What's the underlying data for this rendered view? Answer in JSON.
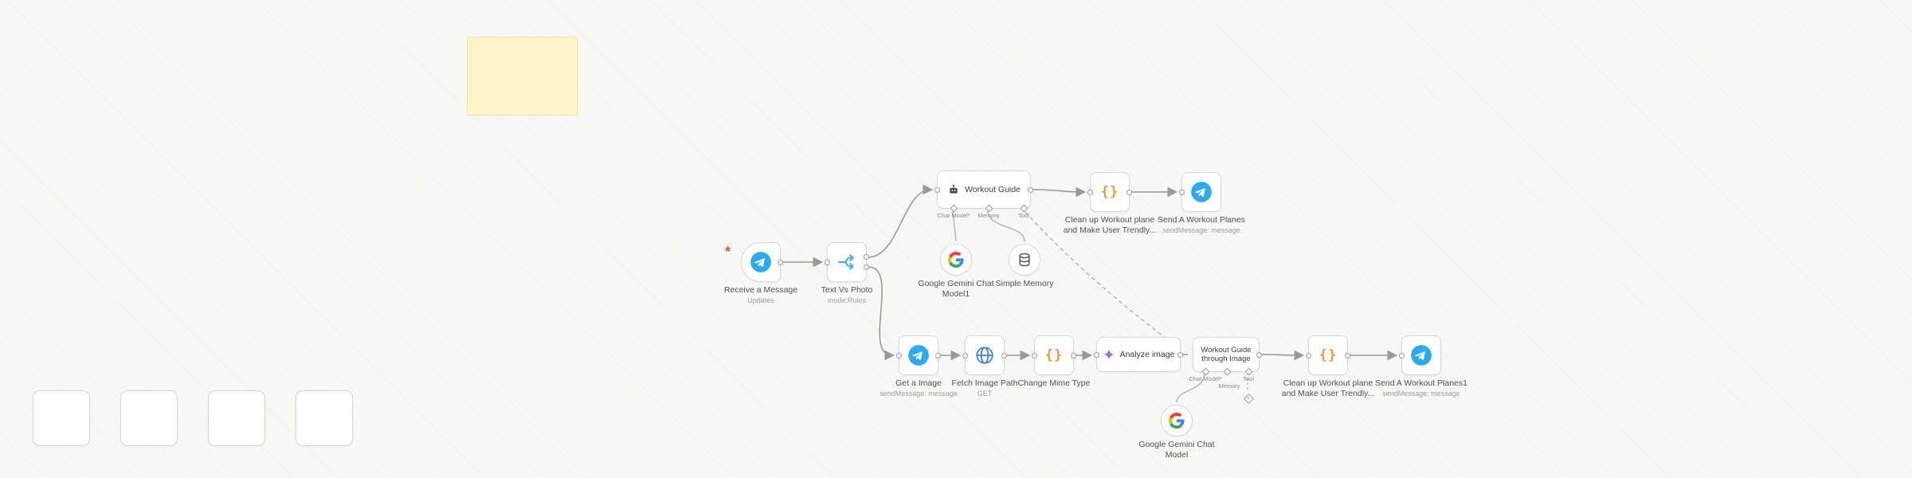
{
  "app": {
    "name": "workflow-editor-canvas"
  },
  "colors": {
    "telegram": "#2AABEE",
    "code_icon": "#EE9A37",
    "sticky_note": "#FFF3C9",
    "edge": "#9A9A9A",
    "canvas_background": "#F7F7F6"
  },
  "icons": {
    "code_glyph": "{}"
  },
  "sticky_note": {
    "text": ""
  },
  "controls": {
    "buttons": [
      {
        "icon": "fit-view-icon"
      },
      {
        "icon": "zoom-in-icon"
      },
      {
        "icon": "zoom-out-icon"
      },
      {
        "icon": "undo-icon"
      }
    ]
  },
  "nodes": [
    {
      "id": "receive-a-message",
      "label": "Receive a Message",
      "sublabel": "Updates",
      "icon": "telegram-icon",
      "type": "trigger"
    },
    {
      "id": "text-vs-photo",
      "label": "Text Vs Photo",
      "sublabel": "mode:Rules",
      "icon": "switch-icon",
      "type": "switch"
    },
    {
      "id": "workout-guide",
      "label": "Workout Guide",
      "icon": "robot-icon",
      "type": "ai-agent",
      "ports": [
        "Chat Model*",
        "Memory",
        "Tool"
      ]
    },
    {
      "id": "google-gemini-chat-model1",
      "label": "Google Gemini Chat Model1",
      "icon": "google-icon",
      "type": "model"
    },
    {
      "id": "simple-memory",
      "label": "Simple Memory",
      "icon": "database-icon",
      "type": "memory"
    },
    {
      "id": "clean-up-workout-plane",
      "label": "Clean up Workout plane and Make User Trendly...",
      "icon": "code-icon",
      "type": "code"
    },
    {
      "id": "send-a-workout-planes",
      "label": "Send A Workout Planes",
      "sublabel": "sendMessage: message",
      "icon": "telegram-icon",
      "type": "action"
    },
    {
      "id": "get-a-image",
      "label": "Get a Image",
      "sublabel": "sendMessage: message",
      "icon": "telegram-icon",
      "type": "action"
    },
    {
      "id": "fetch-image-path",
      "label": "Fetch Image Path",
      "sublabel": "GET",
      "icon": "globe-icon",
      "type": "http"
    },
    {
      "id": "change-mime-type",
      "label": "Change Mime Type",
      "icon": "code-icon",
      "type": "code"
    },
    {
      "id": "analyze-image",
      "label": "Analyze image",
      "icon": "gemini-icon",
      "type": "ai"
    },
    {
      "id": "workout-guide-through-image",
      "label": "Workout Guide through Image",
      "icon": "robot-icon",
      "type": "ai-agent",
      "ports": [
        "Chat Model*",
        "Memory",
        "Tool"
      ]
    },
    {
      "id": "google-gemini-chat-model",
      "label": "Google Gemini Chat Model",
      "icon": "google-icon",
      "type": "model"
    },
    {
      "id": "clean-up-workout-plane-2",
      "label": "Clean up Workout plane and Make User Trendly...",
      "icon": "code-icon",
      "type": "code"
    },
    {
      "id": "send-a-workout-planes1",
      "label": "Send A Workout Planes1",
      "sublabel": "sendMessage: message",
      "icon": "telegram-icon",
      "type": "action"
    }
  ]
}
